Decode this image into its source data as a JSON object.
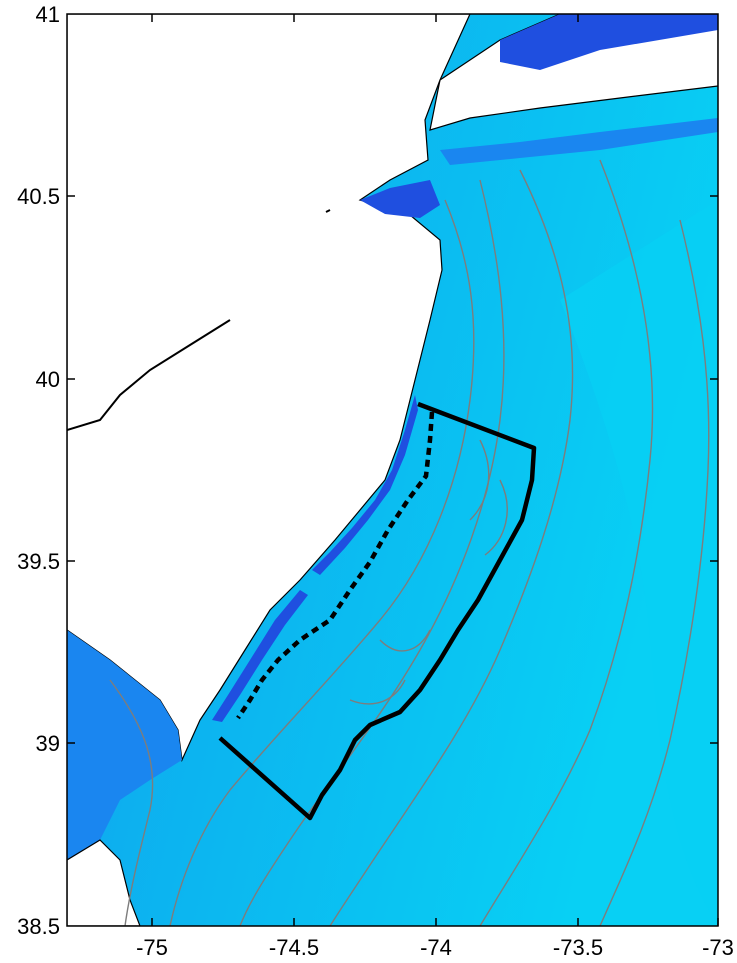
{
  "map": {
    "x_ticks": [
      "-75",
      "-74.5",
      "-74",
      "-73.5",
      "-73"
    ],
    "y_ticks": [
      "41",
      "40.5",
      "40",
      "39.5",
      "39",
      "38.5"
    ],
    "colors": {
      "land": "#ffffff",
      "coastline": "#000000",
      "shallow_water": "#1f4fe0",
      "mid_water": "#1a86f0",
      "shelf_water": "#0db0ef",
      "deep_water": "#08d0f4",
      "contour": "#7d7d7d",
      "boundary": "#000000"
    },
    "legend": null
  }
}
